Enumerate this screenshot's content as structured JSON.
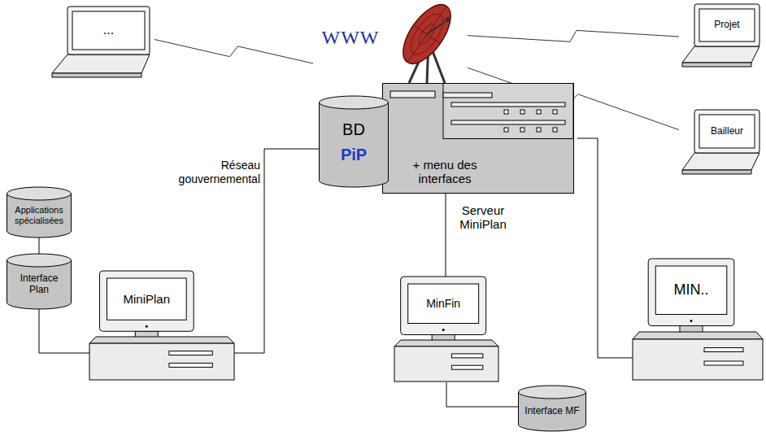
{
  "diagram": {
    "nodes": [
      {
        "text": [
          "..."
        ]
      },
      {
        "text": [
          "WWW"
        ]
      },
      {
        "text": [
          "Projet"
        ]
      },
      {
        "text": [
          "Bailleur"
        ]
      },
      {
        "text": [
          "BD",
          "PiP"
        ]
      },
      {
        "text": [
          "+ menu des interfaces",
          "Serveur MiniPlan"
        ]
      },
      {
        "text": [
          "Applications spécialisées"
        ]
      },
      {
        "text": [
          "Interface Plan"
        ]
      },
      {
        "text": [
          "MiniPlan"
        ]
      },
      {
        "text": [
          "MinFin"
        ]
      },
      {
        "text": [
          "MIN.."
        ]
      },
      {
        "text": [
          "Interface MF"
        ]
      }
    ],
    "edges": [
      {
        "from": 0,
        "to": 1,
        "arrow": "none"
      },
      {
        "from": 1,
        "to": 2,
        "arrow": "none"
      },
      {
        "from": 1,
        "to": 3,
        "arrow": "none"
      },
      {
        "from": 8,
        "to": 4,
        "label": "Réseau gouvernemental",
        "arrow": "none"
      },
      {
        "from": 6,
        "to": 7,
        "arrow": "none"
      },
      {
        "from": 7,
        "to": 8,
        "arrow": "none"
      },
      {
        "from": 5,
        "to": 9,
        "arrow": "none"
      },
      {
        "from": 9,
        "to": 11,
        "arrow": "none"
      },
      {
        "from": 5,
        "to": 10,
        "arrow": "none"
      }
    ]
  }
}
